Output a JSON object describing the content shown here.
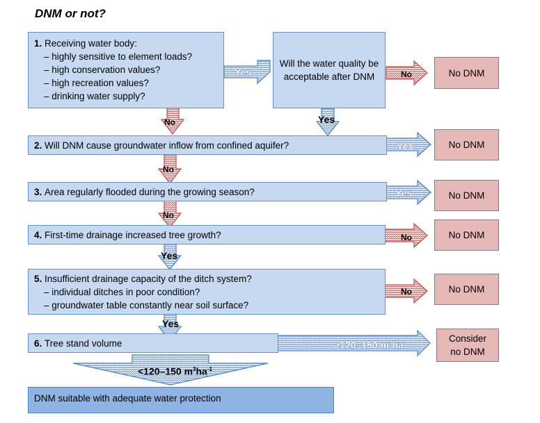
{
  "title": "DNM or not?",
  "q1": {
    "num": "1.",
    "title": "Receiving water body:",
    "items": [
      "– highly sensitive to element loads?",
      "– high conservation values?",
      "– high recreation values?",
      "– drinking water supply?"
    ]
  },
  "q_water": "Will the water quality be acceptable after DNM",
  "q2": {
    "num": "2.",
    "text": "Will DNM cause groundwater inflow from confined aquifer?"
  },
  "q3": {
    "num": "3.",
    "text": "Area regularly flooded during the growing season?"
  },
  "q4": {
    "num": "4.",
    "text": "First-time drainage increased tree growth?"
  },
  "q5": {
    "num": "5.",
    "text": "Insufficient drainage capacity of the ditch system?",
    "items": [
      "– individual ditches in poor condition?",
      "– groundwater table constantly near soil surface?"
    ]
  },
  "q6": {
    "num": "6.",
    "text": "Tree stand volume"
  },
  "final": "DNM suitable with adequate water protection",
  "outcome_no_dnm": "No DNM",
  "outcome_consider": "Consider no DNM",
  "labels": {
    "yes": "Yes",
    "no": "No"
  },
  "volume_high": {
    "prefix": ">120–150 m",
    "sup1": "3",
    "mid": "ha",
    "sup2": "-1"
  },
  "volume_low": {
    "prefix": "<120–150 m",
    "sup1": "3",
    "mid": "ha",
    "sup2": "-1"
  },
  "colors": {
    "question_fill": "#c6d9f1",
    "final_fill": "#8eb4e3",
    "no_dnm_fill": "#e6b9b8",
    "yes_arrow_stroke": "#4f81bd",
    "no_arrow_stroke": "#c0504d"
  }
}
